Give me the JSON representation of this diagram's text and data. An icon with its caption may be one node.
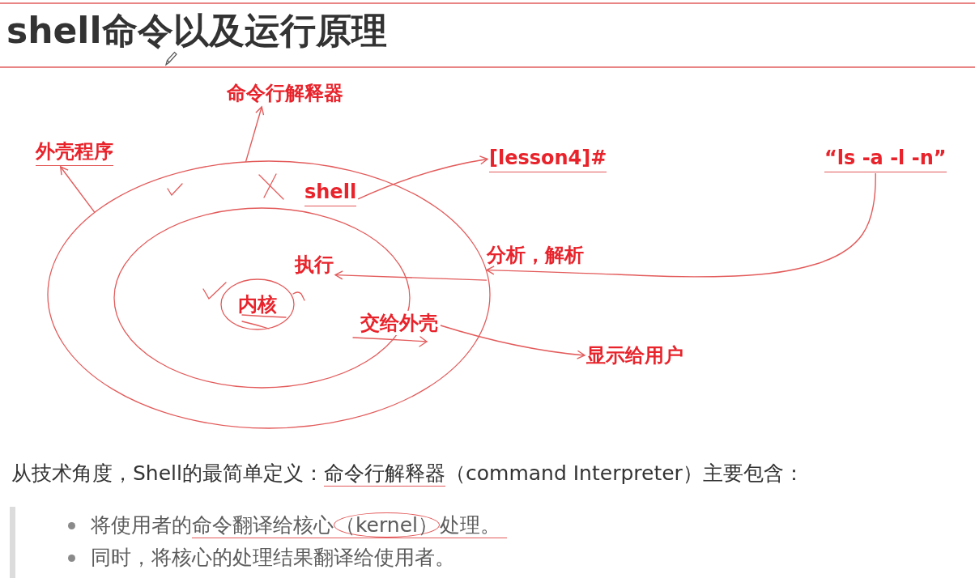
{
  "diagram": {
    "title": "shell命令以及运行原理",
    "nodes": [
      {
        "text": [
          "命令行解释器"
        ]
      },
      {
        "text": [
          "外壳程序"
        ]
      },
      {
        "text": [
          "[lesson4]#"
        ]
      },
      {
        "text": [
          "“ls -a -l -n”"
        ]
      },
      {
        "text": [],
        "shape": "ellipse"
      },
      {
        "text": [
          "shell"
        ],
        "in": 4
      },
      {
        "text": [],
        "shape": "ellipse",
        "in": 4
      },
      {
        "text": [
          "分析，解析"
        ]
      },
      {
        "text": [
          "执行"
        ],
        "in": 6
      },
      {
        "text": [
          "内核"
        ],
        "in": 6
      },
      {
        "text": [
          "交给外壳"
        ],
        "in": 4
      },
      {
        "text": [
          "显示给用户"
        ]
      }
    ],
    "edges": [
      {
        "from": 4,
        "to": 1,
        "arrow": "to"
      },
      {
        "from": 4,
        "to": 0,
        "arrow": "to"
      },
      {
        "from": 5,
        "to": 2,
        "arrow": "to"
      },
      {
        "from": 3,
        "to": 7,
        "arrow": "to"
      },
      {
        "from": 7,
        "to": 8,
        "arrow": "to"
      },
      {
        "from": 10,
        "to": 11,
        "arrow": "to"
      }
    ],
    "labels": [
      "从技术角度，Shell的最简单定义：命令行解释器（command Interpreter）主要包含：",
      "将使用者的命令翻译给核心（kernel）处理。",
      "同时，将核心的处理结果翻译给使用者。"
    ]
  }
}
